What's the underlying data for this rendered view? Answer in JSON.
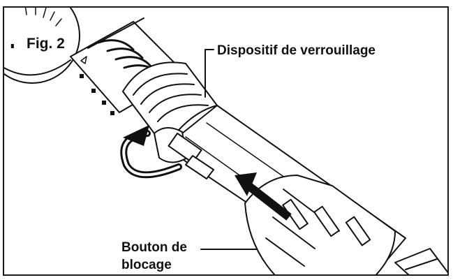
{
  "figure": {
    "label": "Fig. 2",
    "callouts": {
      "locking_device": "Dispositif de verrouillage",
      "lock_button_line1": "Bouton de",
      "lock_button_line2": "blocage"
    }
  },
  "colors": {
    "ink": "#111111",
    "paper": "#ffffff"
  },
  "icons": {
    "rotate": "curved-rotate-arrow-icon",
    "push": "straight-push-arrow-icon"
  }
}
